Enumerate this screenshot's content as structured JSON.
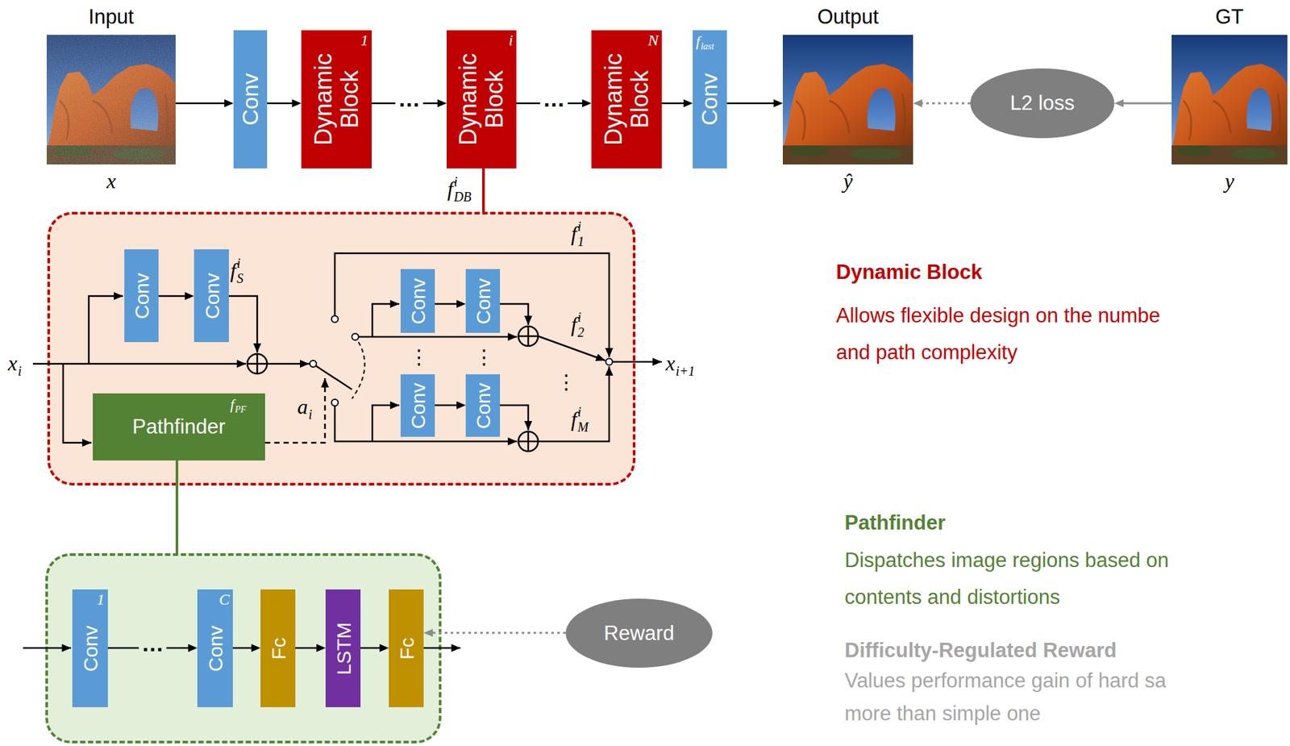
{
  "diagram": {
    "nodes": [
      {
        "text": [
          "Input",
          "x"
        ]
      },
      {
        "text": [
          "Conv"
        ]
      },
      {
        "text": [
          "Dynamic Block",
          "1"
        ]
      },
      {
        "text": [
          "Dynamic Block",
          "i"
        ]
      },
      {
        "text": [
          "Dynamic Block",
          "N"
        ]
      },
      {
        "text": [
          "Conv"
        ]
      },
      {
        "text": [
          "Output",
          "ŷ"
        ]
      },
      {
        "text": [
          "L2 loss"
        ]
      },
      {
        "text": [
          "GT",
          "y"
        ]
      },
      {
        "text": []
      },
      {
        "text": [
          "Conv"
        ],
        "in": 9
      },
      {
        "text": [
          "Conv"
        ],
        "in": 9
      },
      {
        "text": [
          "Pathfinder"
        ],
        "in": 9
      },
      {
        "text": [
          "Conv"
        ],
        "in": 9
      },
      {
        "text": [
          "Conv"
        ],
        "in": 9
      },
      {
        "text": [
          "Conv"
        ],
        "in": 9
      },
      {
        "text": [
          "Conv"
        ],
        "in": 9
      },
      {
        "text": []
      },
      {
        "text": [
          "Conv",
          "1"
        ],
        "in": 17
      },
      {
        "text": [
          "Conv",
          "C"
        ],
        "in": 17
      },
      {
        "text": [
          "Fc"
        ],
        "in": 17
      },
      {
        "text": [
          "LSTM"
        ],
        "in": 17
      },
      {
        "text": [
          "Fc"
        ],
        "in": 17
      },
      {
        "text": [
          "Reward"
        ]
      }
    ],
    "edges": [
      {
        "from": 0,
        "to": 1,
        "arrow": "to"
      },
      {
        "from": 1,
        "to": 2,
        "arrow": "to"
      },
      {
        "from": 2,
        "to": 3,
        "label": "…",
        "arrow": "to"
      },
      {
        "from": 3,
        "to": 4,
        "label": "…",
        "arrow": "to"
      },
      {
        "from": 4,
        "to": 5,
        "arrow": "to"
      },
      {
        "from": 5,
        "to": 6,
        "arrow": "to"
      },
      {
        "from": 7,
        "to": 6,
        "arrow": "to"
      },
      {
        "from": 8,
        "to": 7,
        "arrow": "to"
      },
      {
        "from": 3,
        "to": 9,
        "arrow": "none"
      },
      {
        "from": 10,
        "to": 11,
        "arrow": "to"
      },
      {
        "from": 12,
        "to": 17,
        "arrow": "none"
      },
      {
        "from": 13,
        "to": 14,
        "arrow": "to"
      },
      {
        "from": 15,
        "to": 16,
        "arrow": "to"
      },
      {
        "from": 18,
        "to": 19,
        "label": "…",
        "arrow": "to"
      },
      {
        "from": 19,
        "to": 20,
        "arrow": "to"
      },
      {
        "from": 20,
        "to": 21,
        "arrow": "to"
      },
      {
        "from": 21,
        "to": 22,
        "arrow": "to"
      },
      {
        "from": 23,
        "to": 22,
        "arrow": "to"
      }
    ],
    "labels": [
      "f",
      "DB",
      "i",
      "f",
      "last",
      "f",
      "1",
      "i",
      "f",
      "S",
      "i",
      "x",
      "i",
      "a",
      "i",
      "f",
      "PF",
      "f",
      "2",
      "i",
      "⋮",
      "⋮",
      "⋮",
      "f",
      "M",
      "i",
      "x",
      "i+1",
      "Dynamic Block",
      "Allows flexible design on the numbe and path complexity",
      "Pathfinder",
      "Dispatches image regions based on contents and distortions",
      "Difficulty-Regulated Reward",
      "Values performance gain of hard sa more than simple one"
    ]
  }
}
